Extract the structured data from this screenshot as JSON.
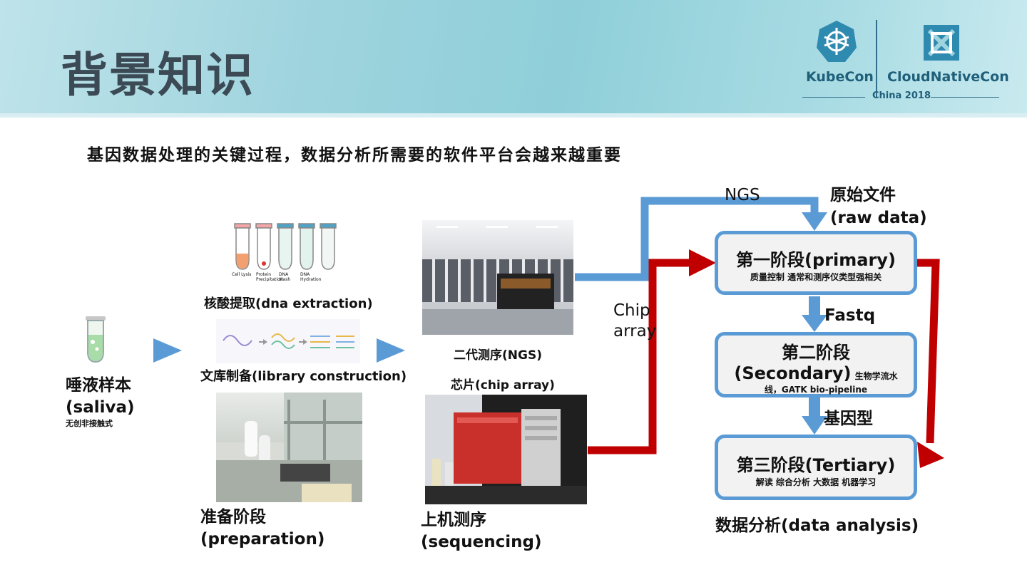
{
  "header": {
    "title": "背景知识",
    "logo": {
      "kubecon": "KubeCon",
      "cloudnative": "CloudNativeCon",
      "edition": "China 2018"
    }
  },
  "subtitle": "基因数据处理的关键过程，数据分析所需要的软件平台会越来越重要",
  "sample": {
    "title": "唾液样本",
    "title_en": "(saliva)",
    "note": "无创非接触式"
  },
  "prep": {
    "tubes": [
      "Cell Lysis",
      "Protein Precipitation",
      "DNA Wash",
      "DNA Hydration"
    ],
    "dna_extraction": "核酸提取(dna extraction)",
    "library": "文库制备(library construction)",
    "stage_label": "准备阶段",
    "stage_label_en": "(preparation)"
  },
  "sequencing": {
    "ngs_label": "二代测序(NGS)",
    "chip_label": "芯片(chip array)",
    "stage_label": "上机测序",
    "stage_label_en": "(sequencing)"
  },
  "flow": {
    "ngs": "NGS",
    "raw_data": "原始文件",
    "raw_data_en": "(raw data)",
    "chip_line1": "Chip",
    "chip_line2": "array",
    "fastq": "Fastq",
    "genotype": "基因型"
  },
  "stages": {
    "primary": {
      "title": "第一阶段(primary)",
      "desc": "质量控制 通常和测序仪类型强相关"
    },
    "secondary": {
      "title_cn": "第二阶段",
      "title_en": "(Secondary)",
      "desc1": "生物学流水",
      "desc2": "线，GATK bio-pipeline"
    },
    "tertiary": {
      "title": "第三阶段(Tertiary)",
      "desc": "解读 综合分析 大数据 机器学习"
    }
  },
  "analysis_label": "数据分析(data analysis)",
  "colors": {
    "blue": "#5b9bd5",
    "red": "#c00000",
    "banner": "#9fd4de"
  }
}
